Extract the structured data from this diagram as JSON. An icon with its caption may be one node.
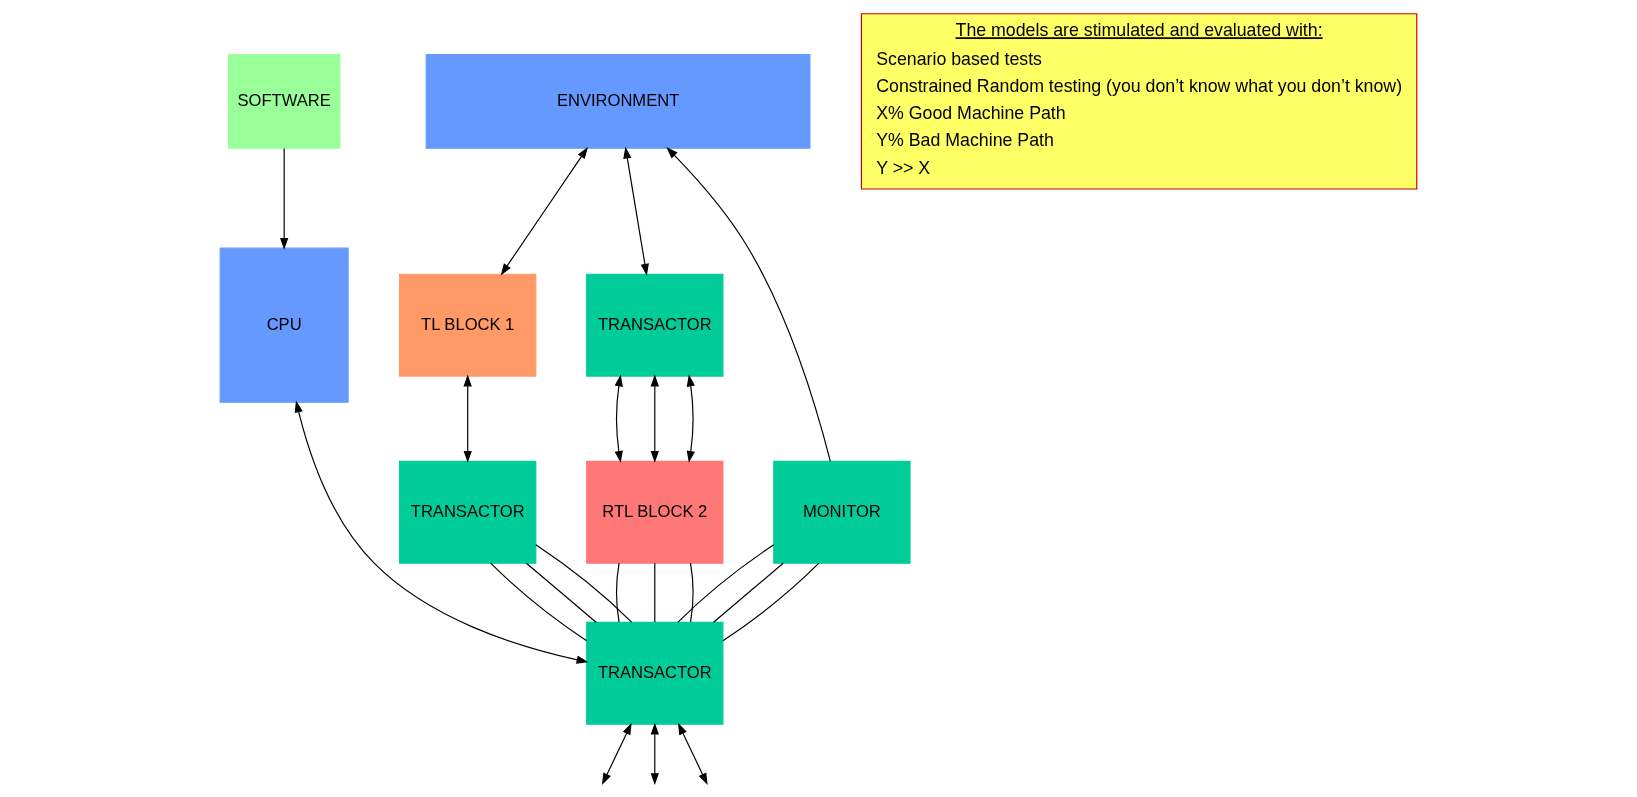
{
  "diagram": {
    "nodes": [
      {
        "text": [
          "SOFTWARE"
        ]
      },
      {
        "text": [
          "ENVIRONMENT"
        ]
      },
      {
        "text": [
          "The models are stimulated and evaluated with:",
          "Scenario based tests",
          "Constrained Random testing (you don’t know what you don’t know)",
          "X% Good Machine Path",
          "Y% Bad Machine Path",
          "Y >> X"
        ]
      },
      {
        "text": [
          "CPU"
        ]
      },
      {
        "text": [
          "TL BLOCK 1"
        ]
      },
      {
        "text": [
          "TRANSACTOR"
        ]
      },
      {
        "text": [
          "TRANSACTOR"
        ]
      },
      {
        "text": [
          "RTL BLOCK 2"
        ]
      },
      {
        "text": [
          "MONITOR"
        ]
      },
      {
        "text": [
          "TRANSACTOR"
        ]
      }
    ],
    "edges": [
      {
        "from": 0,
        "to": 3,
        "arrow": "to"
      },
      {
        "from": 3,
        "to": 9,
        "arrow": "both"
      },
      {
        "from": 1,
        "to": 4,
        "arrow": "both"
      },
      {
        "from": 4,
        "to": 6,
        "arrow": "both"
      },
      {
        "from": 1,
        "to": 5,
        "arrow": "both"
      },
      {
        "from": 5,
        "to": 7,
        "arrow": "both"
      },
      {
        "from": 5,
        "to": 7,
        "arrow": "both"
      },
      {
        "from": 5,
        "to": 7,
        "arrow": "both"
      },
      {
        "from": 8,
        "to": 1,
        "arrow": "to"
      },
      {
        "from": 6,
        "to": 9,
        "arrow": "none"
      },
      {
        "from": 6,
        "to": 9,
        "arrow": "none"
      },
      {
        "from": 6,
        "to": 9,
        "arrow": "none"
      },
      {
        "from": 7,
        "to": 9,
        "arrow": "none"
      },
      {
        "from": 7,
        "to": 9,
        "arrow": "none"
      },
      {
        "from": 7,
        "to": 9,
        "arrow": "none"
      },
      {
        "from": 8,
        "to": 9,
        "arrow": "none"
      },
      {
        "from": 8,
        "to": 9,
        "arrow": "none"
      },
      {
        "from": 8,
        "to": 9,
        "arrow": "none"
      },
      {
        "from": 9,
        "to": null,
        "arrow": "both"
      },
      {
        "from": 9,
        "to": null,
        "arrow": "both"
      },
      {
        "from": 9,
        "to": null,
        "arrow": "both"
      }
    ]
  }
}
